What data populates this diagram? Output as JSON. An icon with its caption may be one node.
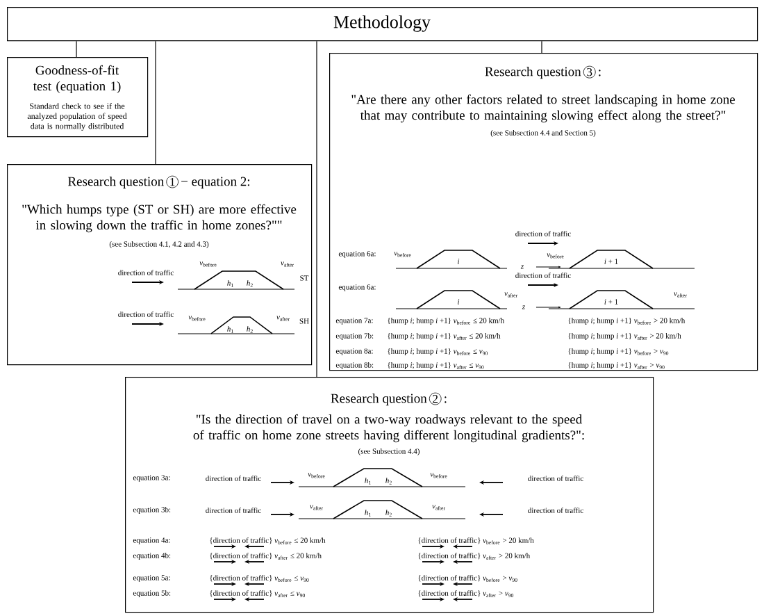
{
  "diagram": {
    "nodes": [
      {
        "text": [
          "Methodology"
        ]
      },
      {
        "text": [
          "Goodness-of-fit test (equation 1)",
          "Standard check to see if the analyzed population of speed data is normally distributed"
        ]
      },
      {
        "text": [
          "Research question",
          "1",
          "− equation 2:",
          "\"Which humps type (ST or SH) are more effective in slowing down the traffic in home zones?\"\"",
          "(see Subsection 4.1, 4.2 and 4.3)"
        ]
      },
      {
        "text": [
          "Research question",
          "3",
          ":",
          "\"Are there any other factors related to street landscaping in home zone that may contribute to maintaining slowing effect along the street?\"",
          "(see Subsection 4.4 and Section 5)"
        ]
      },
      {
        "text": [
          "Research question",
          "2",
          ":",
          "\"Is the direction of travel on a two-way roadways relevant to the speed of traffic on home zone streets having different longitudinal gradients?\":",
          "(see Subsection 4.4)"
        ]
      }
    ],
    "edges": [
      {
        "from": 0,
        "to": 1,
        "arrow": "none"
      },
      {
        "from": 0,
        "to": 2,
        "arrow": "none"
      },
      {
        "from": 0,
        "to": 3,
        "arrow": "none"
      },
      {
        "from": 0,
        "to": 4,
        "arrow": "none"
      }
    ],
    "labels": [
      "direction of traffic",
      "*v*$_{before}$",
      "*v*$_{after}$",
      "*h*$_{1}$",
      "*h*$_{2}$",
      "ST",
      "direction of traffic",
      "*v*$_{before}$",
      "*h*$_{1}$",
      "*h*$_{2}$",
      "*v*$_{after}$",
      "SH",
      "equation 6a:",
      "direction of traffic",
      "*v*$_{before}$",
      "*i*",
      "*z*",
      "*v*$_{before}$",
      "*i* + 1",
      "equation 6a:",
      "direction of traffic",
      "*i*",
      "*v*$_{after}$",
      "*z*",
      "*i* + 1",
      "*v*$_{after}$",
      "equation 7a:",
      "{hump *i*; hump *i* +1} *v*$_{before}$ ≤ 20 km/h",
      "{hump *i*; hump *i* +1} *v*$_{before}$ > 20 km/h",
      "equation 7b:",
      "{hump *i*; hump *i* +1} *v*$_{after}$ ≤ 20 km/h",
      "{hump *i*; hump *i* +1} *v*$_{after}$ > 20 km/h",
      "equation 8a:",
      "{hump *i*; hump *i* +1} *v*$_{before}$ ≤ *v*$_{90}$",
      "{hump *i*; hump *i* +1} *v*$_{before}$ > *v*$_{90}$",
      "equation 8b:",
      "{hump *i*; hump *i* +1} *v*$_{after}$ ≤ *v*$_{90}$",
      "{hump *i*; hump *i* +1} *v*$_{after}$ > *v*$_{90}$",
      "equation 3a:",
      "direction of traffic",
      "*v*$_{before}$",
      "*h*$_{1}$",
      "*h*$_{2}$",
      "*v*$_{before}$",
      "direction of traffic",
      "equation 3b:",
      "direction of traffic",
      "*v*$_{after}$",
      "*h*$_{1}$",
      "*h*$_{2}$",
      "*v*$_{after}$",
      "direction of traffic",
      "equation 4a:",
      "{direction of traffic} *v*$_{before}$ ≤ 20 km/h",
      "{direction of traffic} *v*$_{before}$ > 20 km/h",
      "equation 4b:",
      "{direction of traffic} *v*$_{after}$ ≤ 20 km/h",
      "{direction of traffic} *v*$_{after}$ > 20 km/h",
      "equation 5a:",
      "{direction of traffic} *v*$_{before}$ ≤ *v*$_{90}$",
      "{direction of traffic} *v*$_{before}$ > *v*$_{90}$",
      "equation 5b:",
      "{direction of traffic} *v*$_{after}$ ≤ *v*$_{90}$",
      "{direction of traffic} *v*$_{after}$ > *v*$_{90}$"
    ]
  }
}
